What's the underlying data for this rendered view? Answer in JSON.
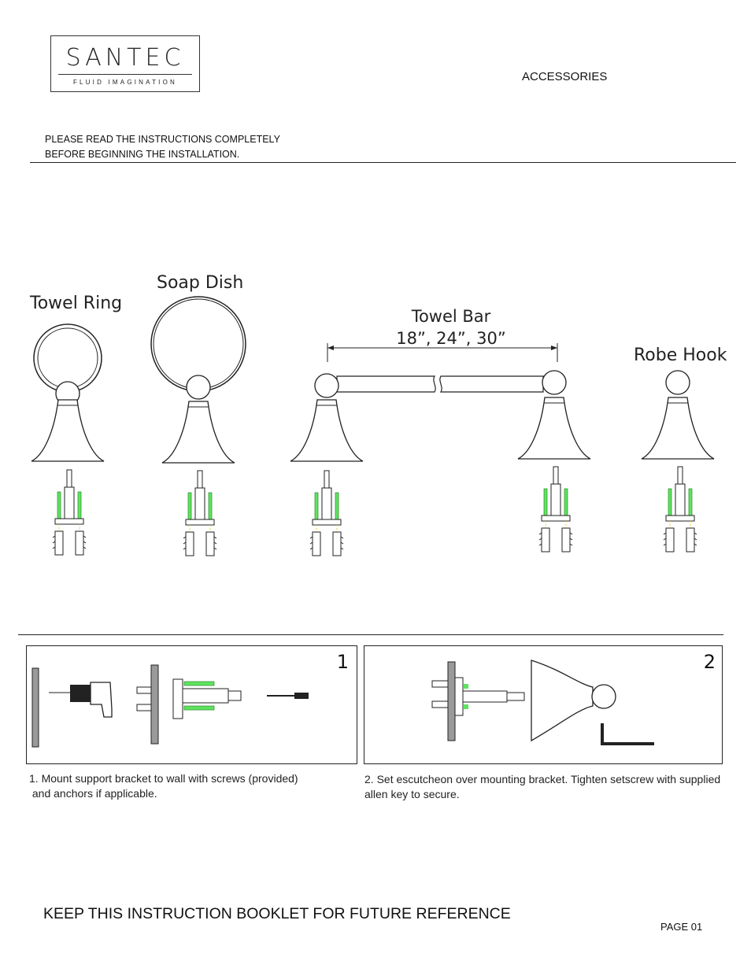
{
  "brand": {
    "name": "SANTEC",
    "tagline": "FLUID IMAGINATION"
  },
  "header": {
    "category": "ACCESSORIES"
  },
  "notice": {
    "line1": "PLEASE READ THE INSTRUCTIONS COMPLETELY",
    "line2": "BEFORE BEGINNING THE INSTALLATION."
  },
  "products": {
    "towel_ring": "Towel Ring",
    "soap_dish": "Soap Dish",
    "towel_bar": "Towel Bar",
    "towel_bar_sizes": "18”, 24”, 30”",
    "robe_hook": "Robe Hook"
  },
  "steps": [
    {
      "number": "1",
      "line1": "1. Mount support bracket to wall with screws (provided)",
      "line2": " and anchors if applicable."
    },
    {
      "number": "2",
      "line1": "2. Set escutcheon over mounting bracket. Tighten setscrew with supplied",
      "line2": "allen key to secure."
    }
  ],
  "footer": {
    "keep_notice": "KEEP THIS INSTRUCTION BOOKLET FOR FUTURE REFERENCE",
    "page_label": "PAGE 01"
  },
  "colors": {
    "screw_green": "#5fe35f",
    "line": "#222222",
    "wall_gray": "#9a9a9a"
  }
}
